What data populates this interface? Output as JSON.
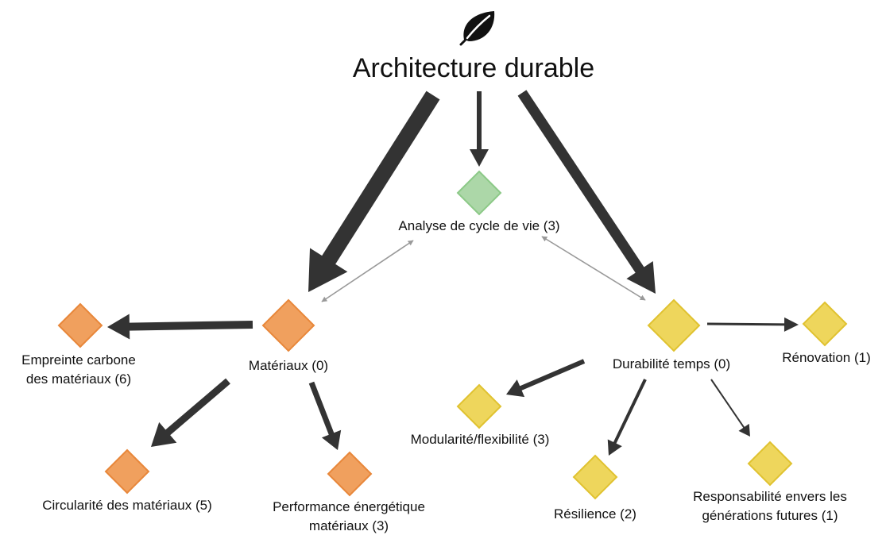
{
  "title": {
    "text": "Architecture durable",
    "icon": "leaf-icon"
  },
  "nodes": [
    {
      "id": "analyse",
      "label": "Analyse de cycle de vie  (3)",
      "color": "#acd7a8",
      "border": "#8cc987"
    },
    {
      "id": "materiaux",
      "label": "Matériaux (0)",
      "color": "#f0a05e",
      "border": "#e8873a"
    },
    {
      "id": "durabilite",
      "label": "Durabilité temps (0)",
      "color": "#eed65c",
      "border": "#e0c230"
    },
    {
      "id": "empreinte",
      "label_lines": [
        "Empreinte carbone",
        "des matériaux (6)"
      ],
      "color": "#f0a05e",
      "border": "#e8873a"
    },
    {
      "id": "circularite",
      "label": "Circularité des matériaux (5)",
      "color": "#f0a05e",
      "border": "#e8873a"
    },
    {
      "id": "performance",
      "label_lines": [
        "Performance énergétique",
        "matériaux (3)"
      ],
      "color": "#f0a05e",
      "border": "#e8873a"
    },
    {
      "id": "renovation",
      "label": "Rénovation (1)",
      "color": "#eed65c",
      "border": "#e0c230"
    },
    {
      "id": "modularite",
      "label": "Modularité/flexibilité (3)",
      "color": "#eed65c",
      "border": "#e0c230"
    },
    {
      "id": "resilience",
      "label": "Résilience (2)",
      "color": "#eed65c",
      "border": "#e0c230"
    },
    {
      "id": "responsabilite",
      "label_lines": [
        "Responsabilité envers les",
        "générations futures (1)"
      ],
      "color": "#eed65c",
      "border": "#e0c230"
    }
  ],
  "edges": [
    {
      "from": "title",
      "to": "materiaux"
    },
    {
      "from": "title",
      "to": "analyse"
    },
    {
      "from": "title",
      "to": "durabilite"
    },
    {
      "from": "materiaux",
      "to": "analyse",
      "bidirectional": true
    },
    {
      "from": "analyse",
      "to": "durabilite",
      "bidirectional": true
    },
    {
      "from": "materiaux",
      "to": "empreinte"
    },
    {
      "from": "materiaux",
      "to": "circularite"
    },
    {
      "from": "materiaux",
      "to": "performance"
    },
    {
      "from": "durabilite",
      "to": "renovation"
    },
    {
      "from": "durabilite",
      "to": "modularite"
    },
    {
      "from": "durabilite",
      "to": "resilience"
    },
    {
      "from": "durabilite",
      "to": "responsabilite"
    }
  ],
  "colors": {
    "arrow": "#333333",
    "arrow_light": "#999999"
  }
}
